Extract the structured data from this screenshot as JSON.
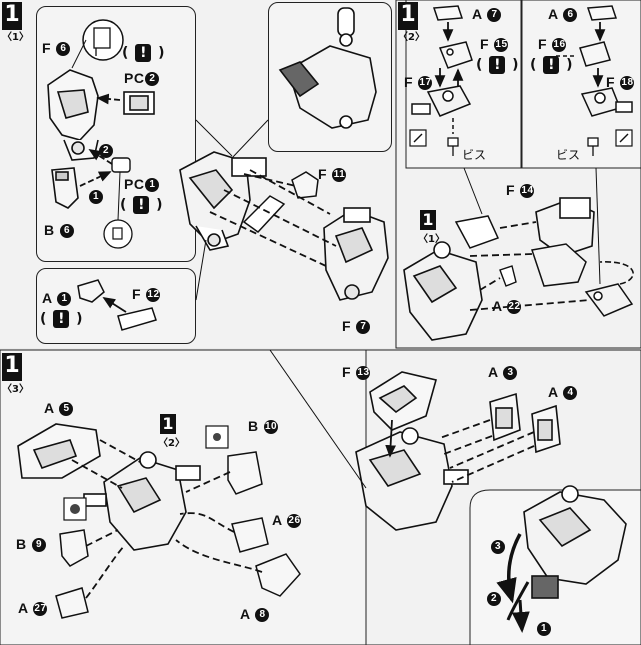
{
  "step": {
    "number": "1",
    "sub1": "〈1〉",
    "sub2": "〈2〉",
    "sub3": "〈3〉",
    "inset_ref": "〈1〉",
    "inset_ref2": "〈2〉"
  },
  "panel1": {
    "f6": "F",
    "f6n": "6",
    "pc2": "PC",
    "pc2n": "2",
    "pc1": "PC",
    "pc1n": "1",
    "b6": "B",
    "b6n": "6",
    "a1": "A",
    "a1n": "1",
    "f12": "F",
    "f12n": "12",
    "f11": "F",
    "f11n": "11",
    "f7": "F",
    "f7n": "7",
    "order1": "1",
    "order2": "2",
    "warn": "!"
  },
  "panel2": {
    "a7": "A",
    "a7n": "7",
    "a6": "A",
    "a6n": "6",
    "f15": "F",
    "f15n": "15",
    "f16": "F",
    "f16n": "16",
    "f17": "F",
    "f17n": "17",
    "f18": "F",
    "f18n": "18",
    "f14": "F",
    "f14n": "14",
    "a22": "A",
    "a22n": "22",
    "screw_left": "ビス",
    "screw_right": "ビス",
    "warn": "!"
  },
  "panel3": {
    "a5": "A",
    "a5n": "5",
    "b10": "B",
    "b10n": "10",
    "a26": "A",
    "a26n": "26",
    "b9": "B",
    "b9n": "9",
    "a27": "A",
    "a27n": "27",
    "a8": "A",
    "a8n": "8",
    "f13": "F",
    "f13n": "13",
    "a3": "A",
    "a3n": "3",
    "a4": "A",
    "a4n": "4",
    "order1": "1",
    "order2": "2",
    "order3": "3"
  },
  "colors": {
    "ink": "#111111",
    "paper": "#f4f4f4",
    "background": "#ececec"
  }
}
